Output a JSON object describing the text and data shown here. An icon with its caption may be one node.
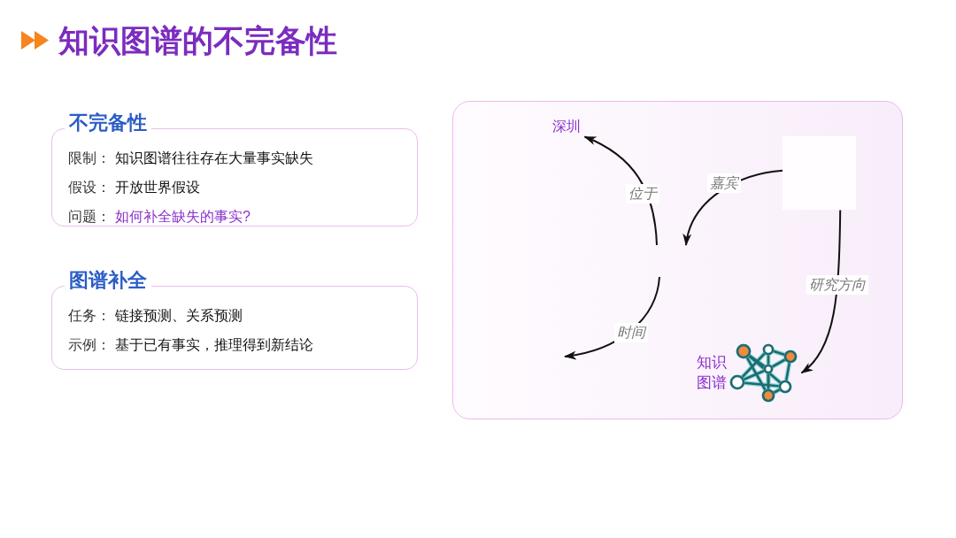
{
  "diagram": {
    "title": "知识图谱的不完备性",
    "nodes": [
      {
        "text": [
          "不完备性",
          "限制：",
          "知识图谱往往存在大量事实缺失",
          "假设：",
          "开放世界假设",
          "问题：",
          "如何补全缺失的事实?"
        ]
      },
      {
        "text": [
          "图谱补全",
          "任务：",
          "链接预测、关系预测",
          "示例：",
          "基于已有事实，推理得到新结论"
        ]
      },
      {
        "text": [],
        "shape": "box"
      },
      {
        "text": [
          "深圳"
        ],
        "in": 2
      },
      {
        "text": [],
        "shape": "box",
        "in": 2
      },
      {
        "text": [
          "知识图谱"
        ],
        "in": 2
      }
    ],
    "edges": [
      {
        "from": null,
        "to": 3,
        "arrow": "to",
        "label": "位于"
      },
      {
        "from": 4,
        "to": null,
        "arrow": "to",
        "label": "嘉宾"
      },
      {
        "from": 4,
        "to": 5,
        "arrow": "to",
        "label": "研究方向"
      }
    ],
    "labels": [
      "时间"
    ]
  }
}
